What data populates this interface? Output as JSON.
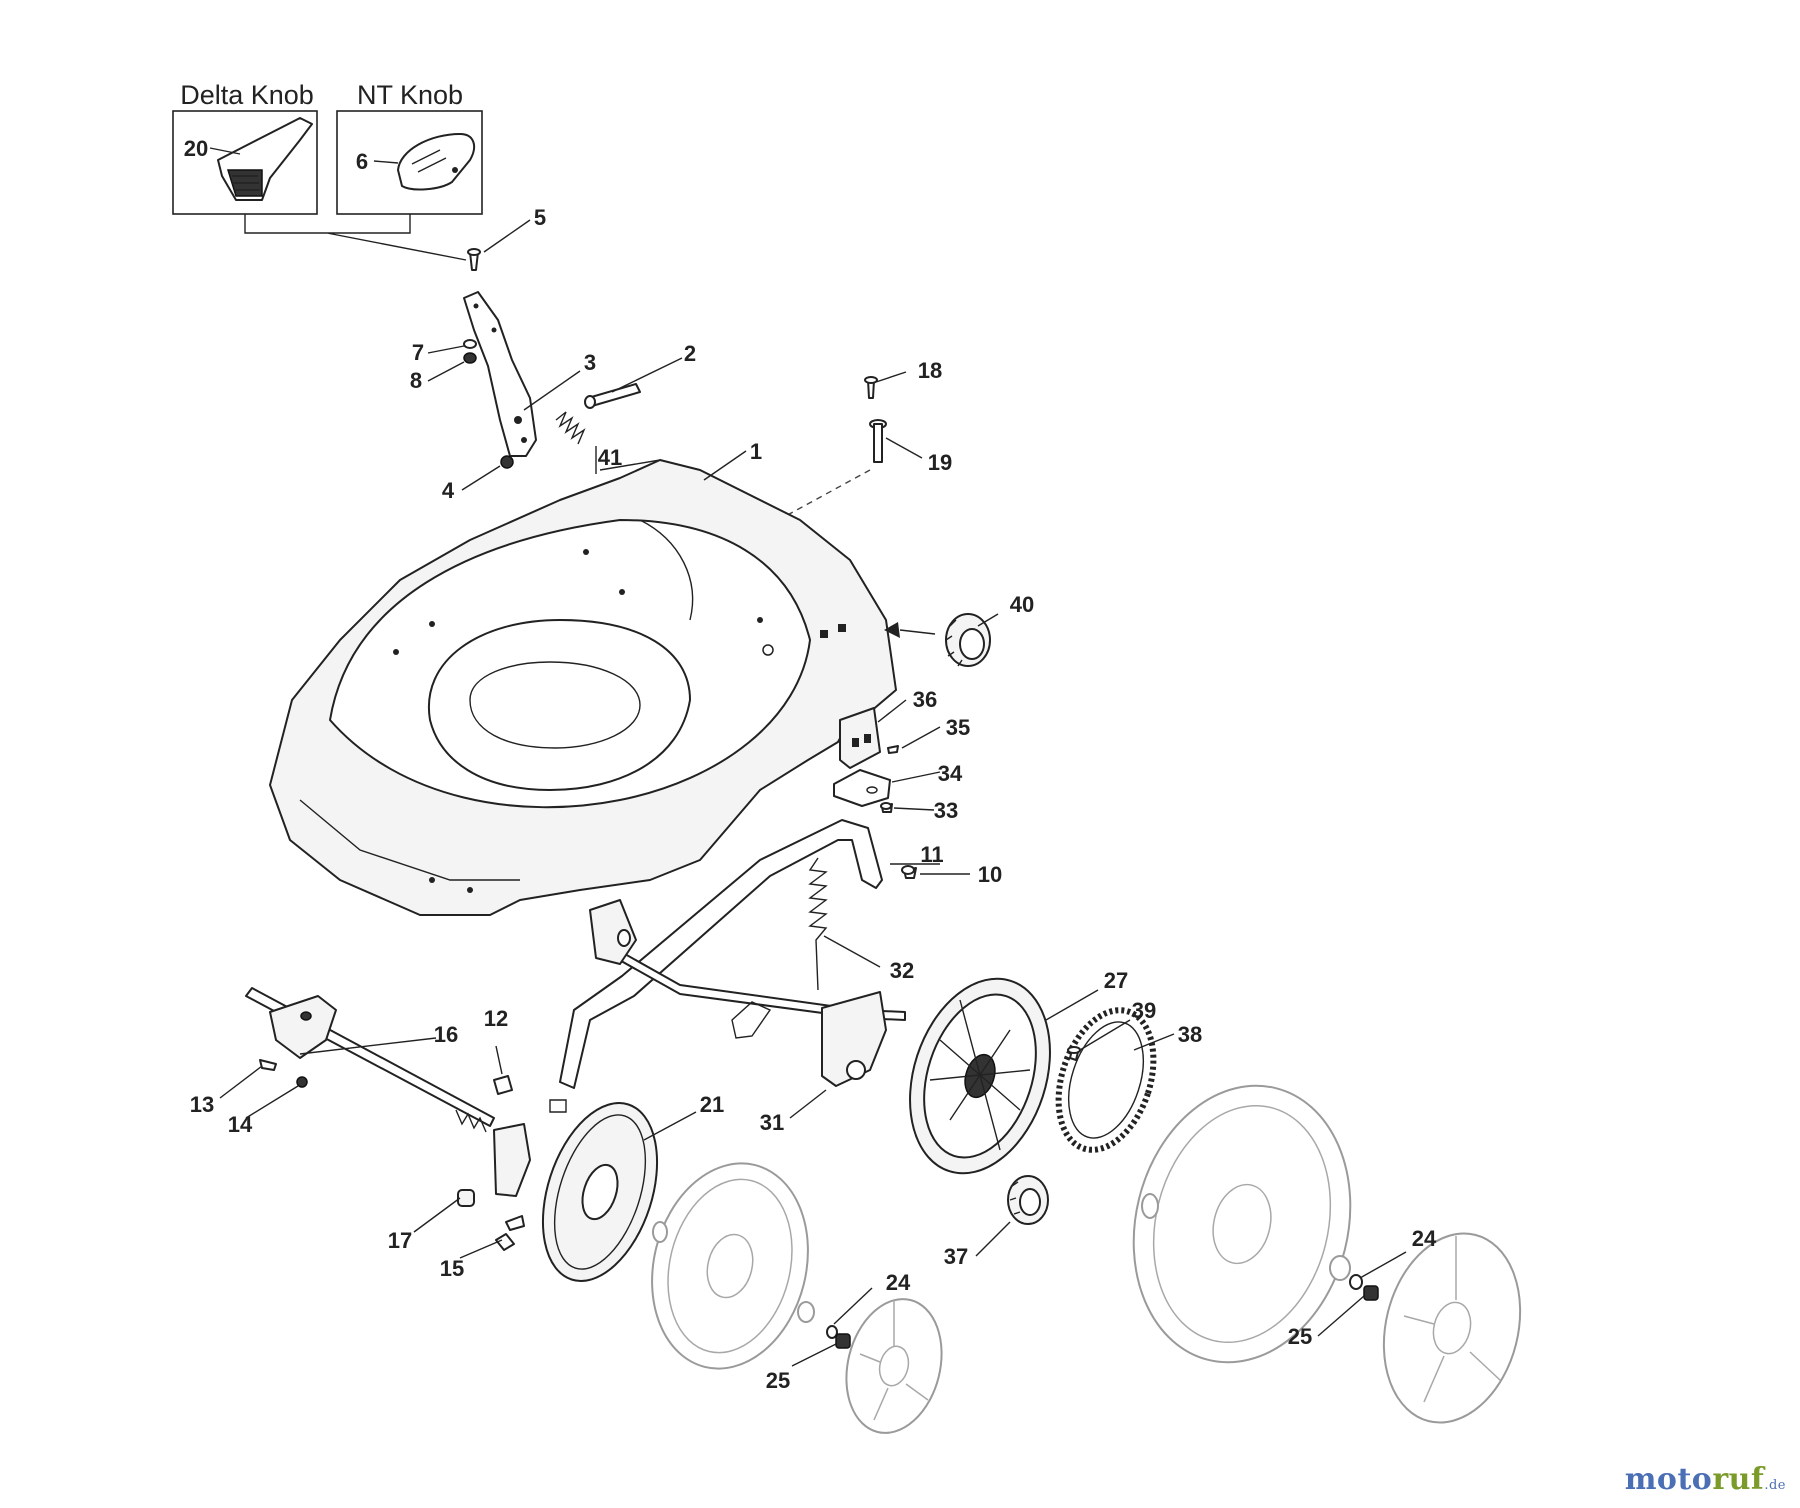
{
  "knob_options": {
    "delta_label": "Delta Knob",
    "nt_label": "NT Knob"
  },
  "callouts": {
    "c1": "1",
    "c2": "2",
    "c3": "3",
    "c4": "4",
    "c5": "5",
    "c6": "6",
    "c7": "7",
    "c8": "8",
    "c10": "10",
    "c11": "11",
    "c12": "12",
    "c13": "13",
    "c14": "14",
    "c15": "15",
    "c16": "16",
    "c17": "17",
    "c18": "18",
    "c19": "19",
    "c20": "20",
    "c21": "21",
    "c24a": "24",
    "c24b": "24",
    "c25a": "25",
    "c25b": "25",
    "c27": "27",
    "c31": "31",
    "c32": "32",
    "c33": "33",
    "c34": "34",
    "c35": "35",
    "c36": "36",
    "c37": "37",
    "c38": "38",
    "c39": "39",
    "c40": "40",
    "c41": "41"
  },
  "watermark": {
    "part1": "moto",
    "part2": "ruf",
    "part3": ".de"
  }
}
